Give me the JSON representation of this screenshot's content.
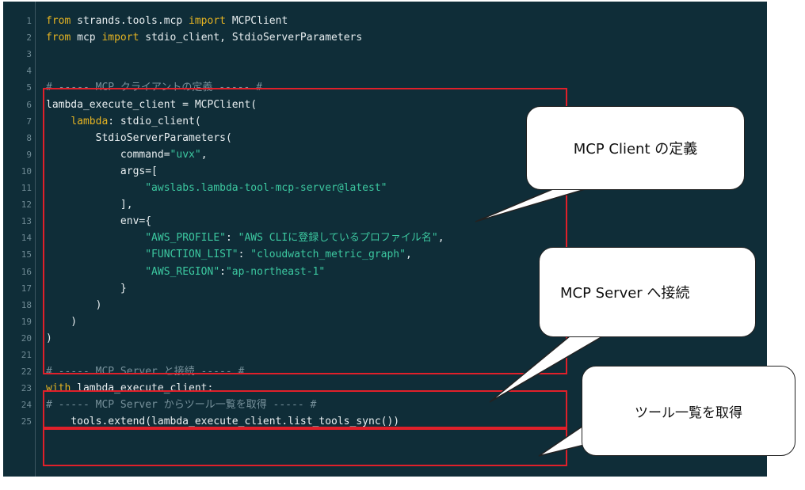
{
  "code_lines": [
    {
      "n": "1",
      "tokens": [
        {
          "t": "from",
          "c": "kw"
        },
        {
          "t": " strands.tools.mcp ",
          "c": ""
        },
        {
          "t": "import",
          "c": "kw"
        },
        {
          "t": " MCPClient",
          "c": ""
        }
      ]
    },
    {
      "n": "2",
      "tokens": [
        {
          "t": "from",
          "c": "kw"
        },
        {
          "t": " mcp ",
          "c": ""
        },
        {
          "t": "import",
          "c": "kw"
        },
        {
          "t": " stdio_client, StdioServerParameters",
          "c": ""
        }
      ]
    },
    {
      "n": "3",
      "tokens": []
    },
    {
      "n": "4",
      "tokens": []
    },
    {
      "n": "5",
      "tokens": [
        {
          "t": "# ----- MCP クライアントの定義 ----- #",
          "c": "cm"
        }
      ]
    },
    {
      "n": "6",
      "tokens": [
        {
          "t": "lambda_execute_client = MCPClient(",
          "c": ""
        }
      ]
    },
    {
      "n": "7",
      "tokens": [
        {
          "t": "    ",
          "c": ""
        },
        {
          "t": "lambda",
          "c": "kw"
        },
        {
          "t": ": stdio_client(",
          "c": ""
        }
      ]
    },
    {
      "n": "8",
      "tokens": [
        {
          "t": "        StdioServerParameters(",
          "c": ""
        }
      ]
    },
    {
      "n": "9",
      "tokens": [
        {
          "t": "            command=",
          "c": ""
        },
        {
          "t": "\"uvx\"",
          "c": "str"
        },
        {
          "t": ",",
          "c": ""
        }
      ]
    },
    {
      "n": "10",
      "tokens": [
        {
          "t": "            args=[",
          "c": ""
        }
      ]
    },
    {
      "n": "11",
      "tokens": [
        {
          "t": "                ",
          "c": ""
        },
        {
          "t": "\"awslabs.lambda-tool-mcp-server@latest\"",
          "c": "str"
        }
      ]
    },
    {
      "n": "12",
      "tokens": [
        {
          "t": "            ],",
          "c": ""
        }
      ]
    },
    {
      "n": "13",
      "tokens": [
        {
          "t": "            env={",
          "c": ""
        }
      ]
    },
    {
      "n": "14",
      "tokens": [
        {
          "t": "                ",
          "c": ""
        },
        {
          "t": "\"AWS_PROFILE\"",
          "c": "str"
        },
        {
          "t": ": ",
          "c": ""
        },
        {
          "t": "\"AWS CLIに登録しているプロファイル名\"",
          "c": "str"
        },
        {
          "t": ",",
          "c": ""
        }
      ]
    },
    {
      "n": "15",
      "tokens": [
        {
          "t": "                ",
          "c": ""
        },
        {
          "t": "\"FUNCTION_LIST\"",
          "c": "str"
        },
        {
          "t": ": ",
          "c": ""
        },
        {
          "t": "\"cloudwatch_metric_graph\"",
          "c": "str"
        },
        {
          "t": ",",
          "c": ""
        }
      ]
    },
    {
      "n": "16",
      "tokens": [
        {
          "t": "                ",
          "c": ""
        },
        {
          "t": "\"AWS_REGION\"",
          "c": "str"
        },
        {
          "t": ":",
          "c": ""
        },
        {
          "t": "\"ap-northeast-1\"",
          "c": "str"
        }
      ]
    },
    {
      "n": "17",
      "tokens": [
        {
          "t": "            }",
          "c": ""
        }
      ]
    },
    {
      "n": "18",
      "tokens": [
        {
          "t": "        )",
          "c": ""
        }
      ]
    },
    {
      "n": "19",
      "tokens": [
        {
          "t": "    )",
          "c": ""
        }
      ]
    },
    {
      "n": "20",
      "tokens": [
        {
          "t": ")",
          "c": ""
        }
      ]
    },
    {
      "n": "21",
      "tokens": []
    },
    {
      "n": "22",
      "tokens": [
        {
          "t": "# ----- MCP Server と接続 ----- #",
          "c": "cm"
        }
      ]
    },
    {
      "n": "23",
      "tokens": [
        {
          "t": "with",
          "c": "kw"
        },
        {
          "t": " lambda_execute_client:",
          "c": ""
        }
      ]
    },
    {
      "n": "24",
      "tokens": [
        {
          "t": "# ----- MCP Server からツール一覧を取得 ----- #",
          "c": "cm"
        }
      ]
    },
    {
      "n": "25",
      "tokens": [
        {
          "t": "    tools.extend(lambda_execute_client.list_tools_sync())",
          "c": ""
        }
      ]
    }
  ],
  "callouts": {
    "client_def": "MCP Client の定義",
    "server_connect": "MCP Server へ接続",
    "tool_list": "ツール一覧を取得"
  },
  "colors": {
    "background": "#0f2d38",
    "keyword": "#e6b422",
    "string": "#3cc8a0",
    "comment": "#76909a",
    "highlight_box": "#e0202a"
  }
}
